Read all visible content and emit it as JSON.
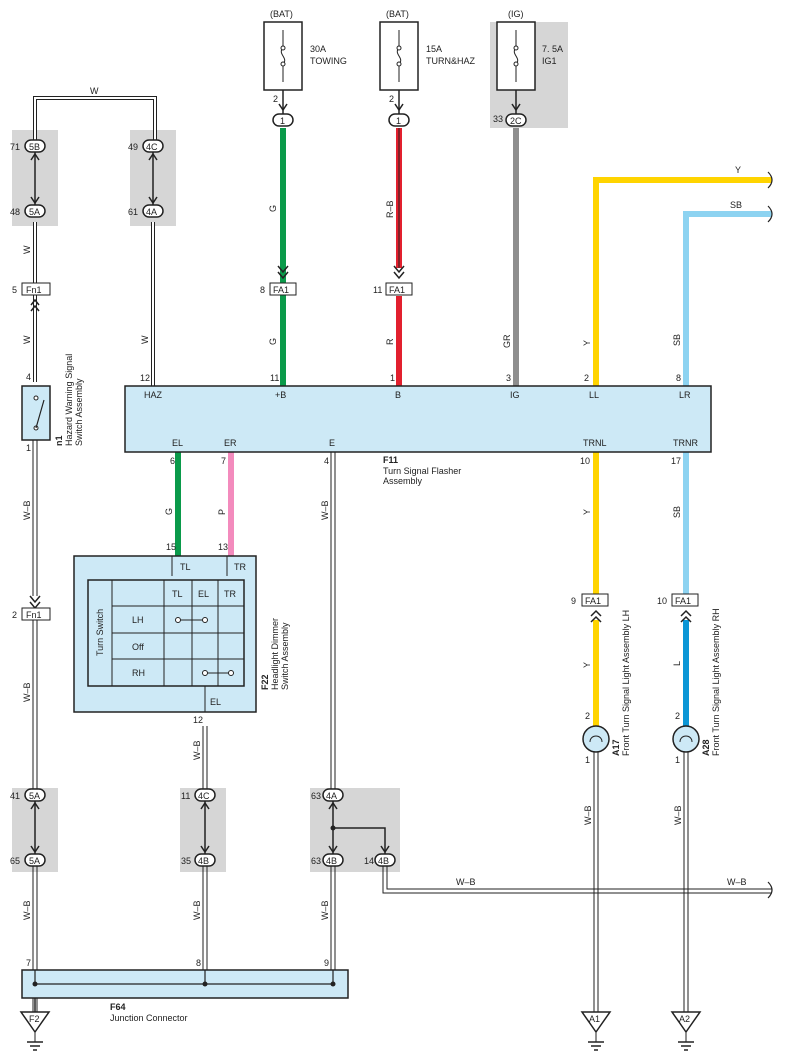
{
  "colors": {
    "G": "#0a9a4a",
    "R": "#e2202e",
    "GR": "#8e8e8e",
    "Y": "#ffd400",
    "SB": "#8dd3f1",
    "L": "#0b96d6",
    "P": "#f38bbd",
    "W": "#ffffff",
    "WB": "#222222",
    "component_fill": "#cde9f6",
    "connector_bg": "#d6d6d6"
  },
  "fuses": [
    {
      "supply": "(BAT)",
      "rating": "30A",
      "name": "TOWING",
      "pin": "2",
      "connector": "1"
    },
    {
      "supply": "(BAT)",
      "rating": "15A",
      "name": "TURN&HAZ",
      "pin": "2",
      "connector": "1"
    },
    {
      "supply": "(IG)",
      "rating": "7. 5A",
      "name": "IG1",
      "pin": "33",
      "connector": "2C"
    }
  ],
  "flasher": {
    "id": "F11",
    "name": "Turn Signal Flasher",
    "name2": "Assembly",
    "top_terminals": [
      {
        "label": "HAZ",
        "pin": "12"
      },
      {
        "label": "+B",
        "pin": "11"
      },
      {
        "label": "B",
        "pin": "1"
      },
      {
        "label": "IG",
        "pin": "3"
      },
      {
        "label": "LL",
        "pin": "2"
      },
      {
        "label": "LR",
        "pin": "8"
      }
    ],
    "bottom_terminals": [
      {
        "label": "EL",
        "pin": "6"
      },
      {
        "label": "ER",
        "pin": "7"
      },
      {
        "label": "E",
        "pin": "4"
      },
      {
        "label": "TRNL",
        "pin": "10"
      },
      {
        "label": "TRNR",
        "pin": "17"
      }
    ]
  },
  "hazard_switch": {
    "id": "n1",
    "name": "Hazard Warning Signal",
    "name2": "Switch Assembly",
    "pin_top": "4",
    "pin_bottom": "1"
  },
  "dimmer": {
    "id": "F22",
    "name": "Headlight Dimmer",
    "name2": "Switch Assembly",
    "pin_tl": "15",
    "pin_tr": "13",
    "pin_el": "12",
    "tl": "TL",
    "tr": "TR",
    "el": "EL",
    "table_title": "Turn Switch",
    "cols": [
      "TL",
      "EL",
      "TR"
    ],
    "rows": [
      "LH",
      "Off",
      "RH"
    ]
  },
  "lamps": [
    {
      "id": "A17",
      "name": "Front Turn Signal Light Assembly LH",
      "pin_top": "2",
      "pin_bottom": "1"
    },
    {
      "id": "A28",
      "name": "Front Turn Signal Light Assembly RH",
      "pin_top": "2",
      "pin_bottom": "1"
    }
  ],
  "junction": {
    "id": "F64",
    "name": "Junction Connector",
    "pins": [
      "7",
      "8",
      "9"
    ]
  },
  "grounds": [
    "F2",
    "A1",
    "A2"
  ],
  "connectors": {
    "c5B": {
      "code": "5B",
      "pin": "71"
    },
    "c5A_top": {
      "code": "5A",
      "pin": "48"
    },
    "c4C_top": {
      "code": "4C",
      "pin": "49"
    },
    "c4A_top": {
      "code": "4A",
      "pin": "61"
    },
    "fn1_top": {
      "code": "Fn1",
      "pin": "5"
    },
    "fn1_bot": {
      "code": "Fn1",
      "pin": "2"
    },
    "fa1_g": {
      "code": "FA1",
      "pin": "8"
    },
    "fa1_r": {
      "code": "FA1",
      "pin": "11"
    },
    "fa1_y": {
      "code": "FA1",
      "pin": "9"
    },
    "fa1_l": {
      "code": "FA1",
      "pin": "10"
    },
    "c5A_b1": {
      "code": "5A",
      "pin": "41"
    },
    "c5A_b2": {
      "code": "5A",
      "pin": "65"
    },
    "c4C_b": {
      "code": "4C",
      "pin": "11"
    },
    "c4B_b": {
      "code": "4B",
      "pin": "35"
    },
    "c4A_b": {
      "code": "4A",
      "pin": "63"
    },
    "c4B_b2": {
      "code": "4B",
      "pin": "63"
    },
    "c4B_b3": {
      "code": "4B",
      "pin": "14"
    }
  },
  "wire_labels": {
    "top_w": "W",
    "w1": "W",
    "w2": "W",
    "w3": "W",
    "g1": "G",
    "g2": "G",
    "rb": "R–B",
    "r": "R",
    "gr": "GR",
    "y_top": "Y",
    "y_mid": "Y",
    "sb_top": "SB",
    "sb_mid": "SB",
    "wb1": "W–B",
    "wb2": "W–B",
    "wb3": "W–B",
    "wb4": "W–B",
    "wb5": "W–B",
    "wb6": "W–B",
    "wb7": "W–B",
    "wb8": "W–B",
    "wb_h1": "W–B",
    "wb_h2": "W–B",
    "el_g": "G",
    "er_p": "P",
    "y_low": "Y",
    "sb_low": "SB",
    "l_low": "L",
    "y_right": "Y",
    "sb_right": "SB"
  }
}
